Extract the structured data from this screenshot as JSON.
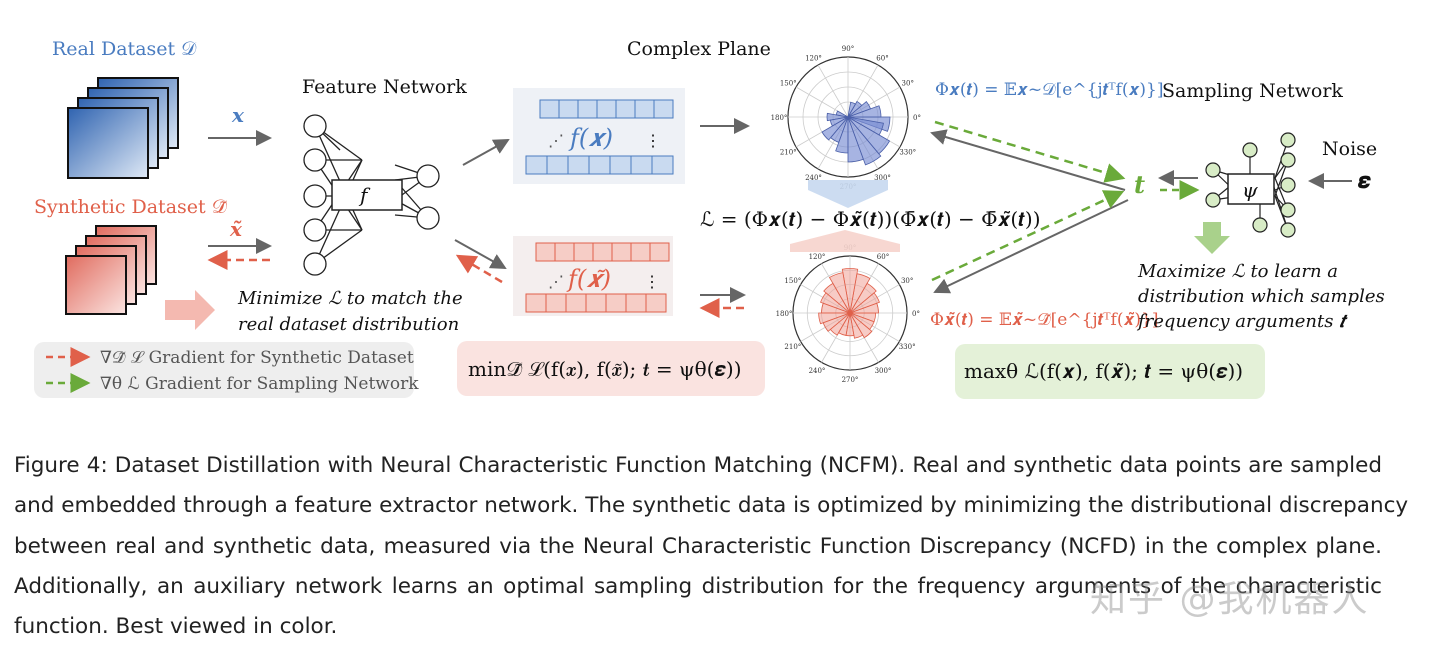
{
  "figure": {
    "real_dataset": "Real Dataset 𝒟",
    "synthetic_dataset": "Synthetic Dataset 𝒟̃",
    "x_label": "𝒙",
    "x_tilde_label": "𝒙̃",
    "feature_network": "Feature Network",
    "f_label": "f",
    "fx_label": "f(𝒙)",
    "fx_tilde_label": "f(𝒙̃)",
    "complex_plane": "Complex Plane",
    "phi_real": "Φ𝒙(𝒕) = 𝔼𝒙~𝒟[e^{j𝒕ᵀf(𝒙)}]",
    "phi_synth": "Φ𝒙̃(𝒕) = 𝔼𝒙̃~𝒟̃[e^{j𝒕ᵀf(𝒙̃)}]",
    "loss_formula": "ℒ = (Φ𝒙(𝒕) − Φ𝒙̃(𝒕))(Φ̄𝒙(𝒕) − Φ̄𝒙̃(𝒕))",
    "sampling_network": "Sampling Network",
    "psi_label": "ψ",
    "t_label": "𝒕",
    "noise": "Noise",
    "epsilon": "𝜺",
    "minimize_text": [
      "Minimize ℒ to match the",
      "real dataset distribution"
    ],
    "maximize_text": [
      "Maximize ℒ to learn a",
      "distribution which samples",
      "frequency arguments 𝒕"
    ],
    "legend": [
      {
        "text": "∇𝒟̃ ℒ Gradient for Synthetic Dataset",
        "color": "#e0604a"
      },
      {
        "text": "∇θ ℒ Gradient for Sampling Network",
        "color": "#6aaa3a"
      }
    ],
    "min_objective": "min𝒟̃ ℒ(f(𝒙), f(𝒙̃); 𝒕 = ψθ(𝜺))",
    "max_objective": "maxθ ℒ(f(𝒙), f(𝒙̃); 𝒕 = ψθ(𝜺))",
    "polar_angles": [
      "90°",
      "60°",
      "30°",
      "0°",
      "330°",
      "300°",
      "270°",
      "240°",
      "210°",
      "180°",
      "150°",
      "120°"
    ],
    "colors": {
      "blue": "#4a7cc0",
      "red": "#e0604a",
      "green": "#6aaa3a",
      "pink_box": "#fae3e0",
      "green_box": "#e4f1d8"
    }
  },
  "caption": {
    "lines": [
      "Figure 4: Dataset Distillation with Neural Characteristic Function Matching (NCFM). Real and synthetic data points are sampled",
      "and embedded through a feature extractor network. The synthetic data is optimized by minimizing the distributional discrepancy",
      "between real and synthetic data, measured via the Neural Characteristic Function Discrepancy (NCFD) in the complex plane.",
      "Additionally, an auxiliary network learns an optimal sampling distribution for the frequency arguments of the characteristic",
      "function. Best viewed in color."
    ]
  },
  "watermark": "知乎 @我机器人"
}
